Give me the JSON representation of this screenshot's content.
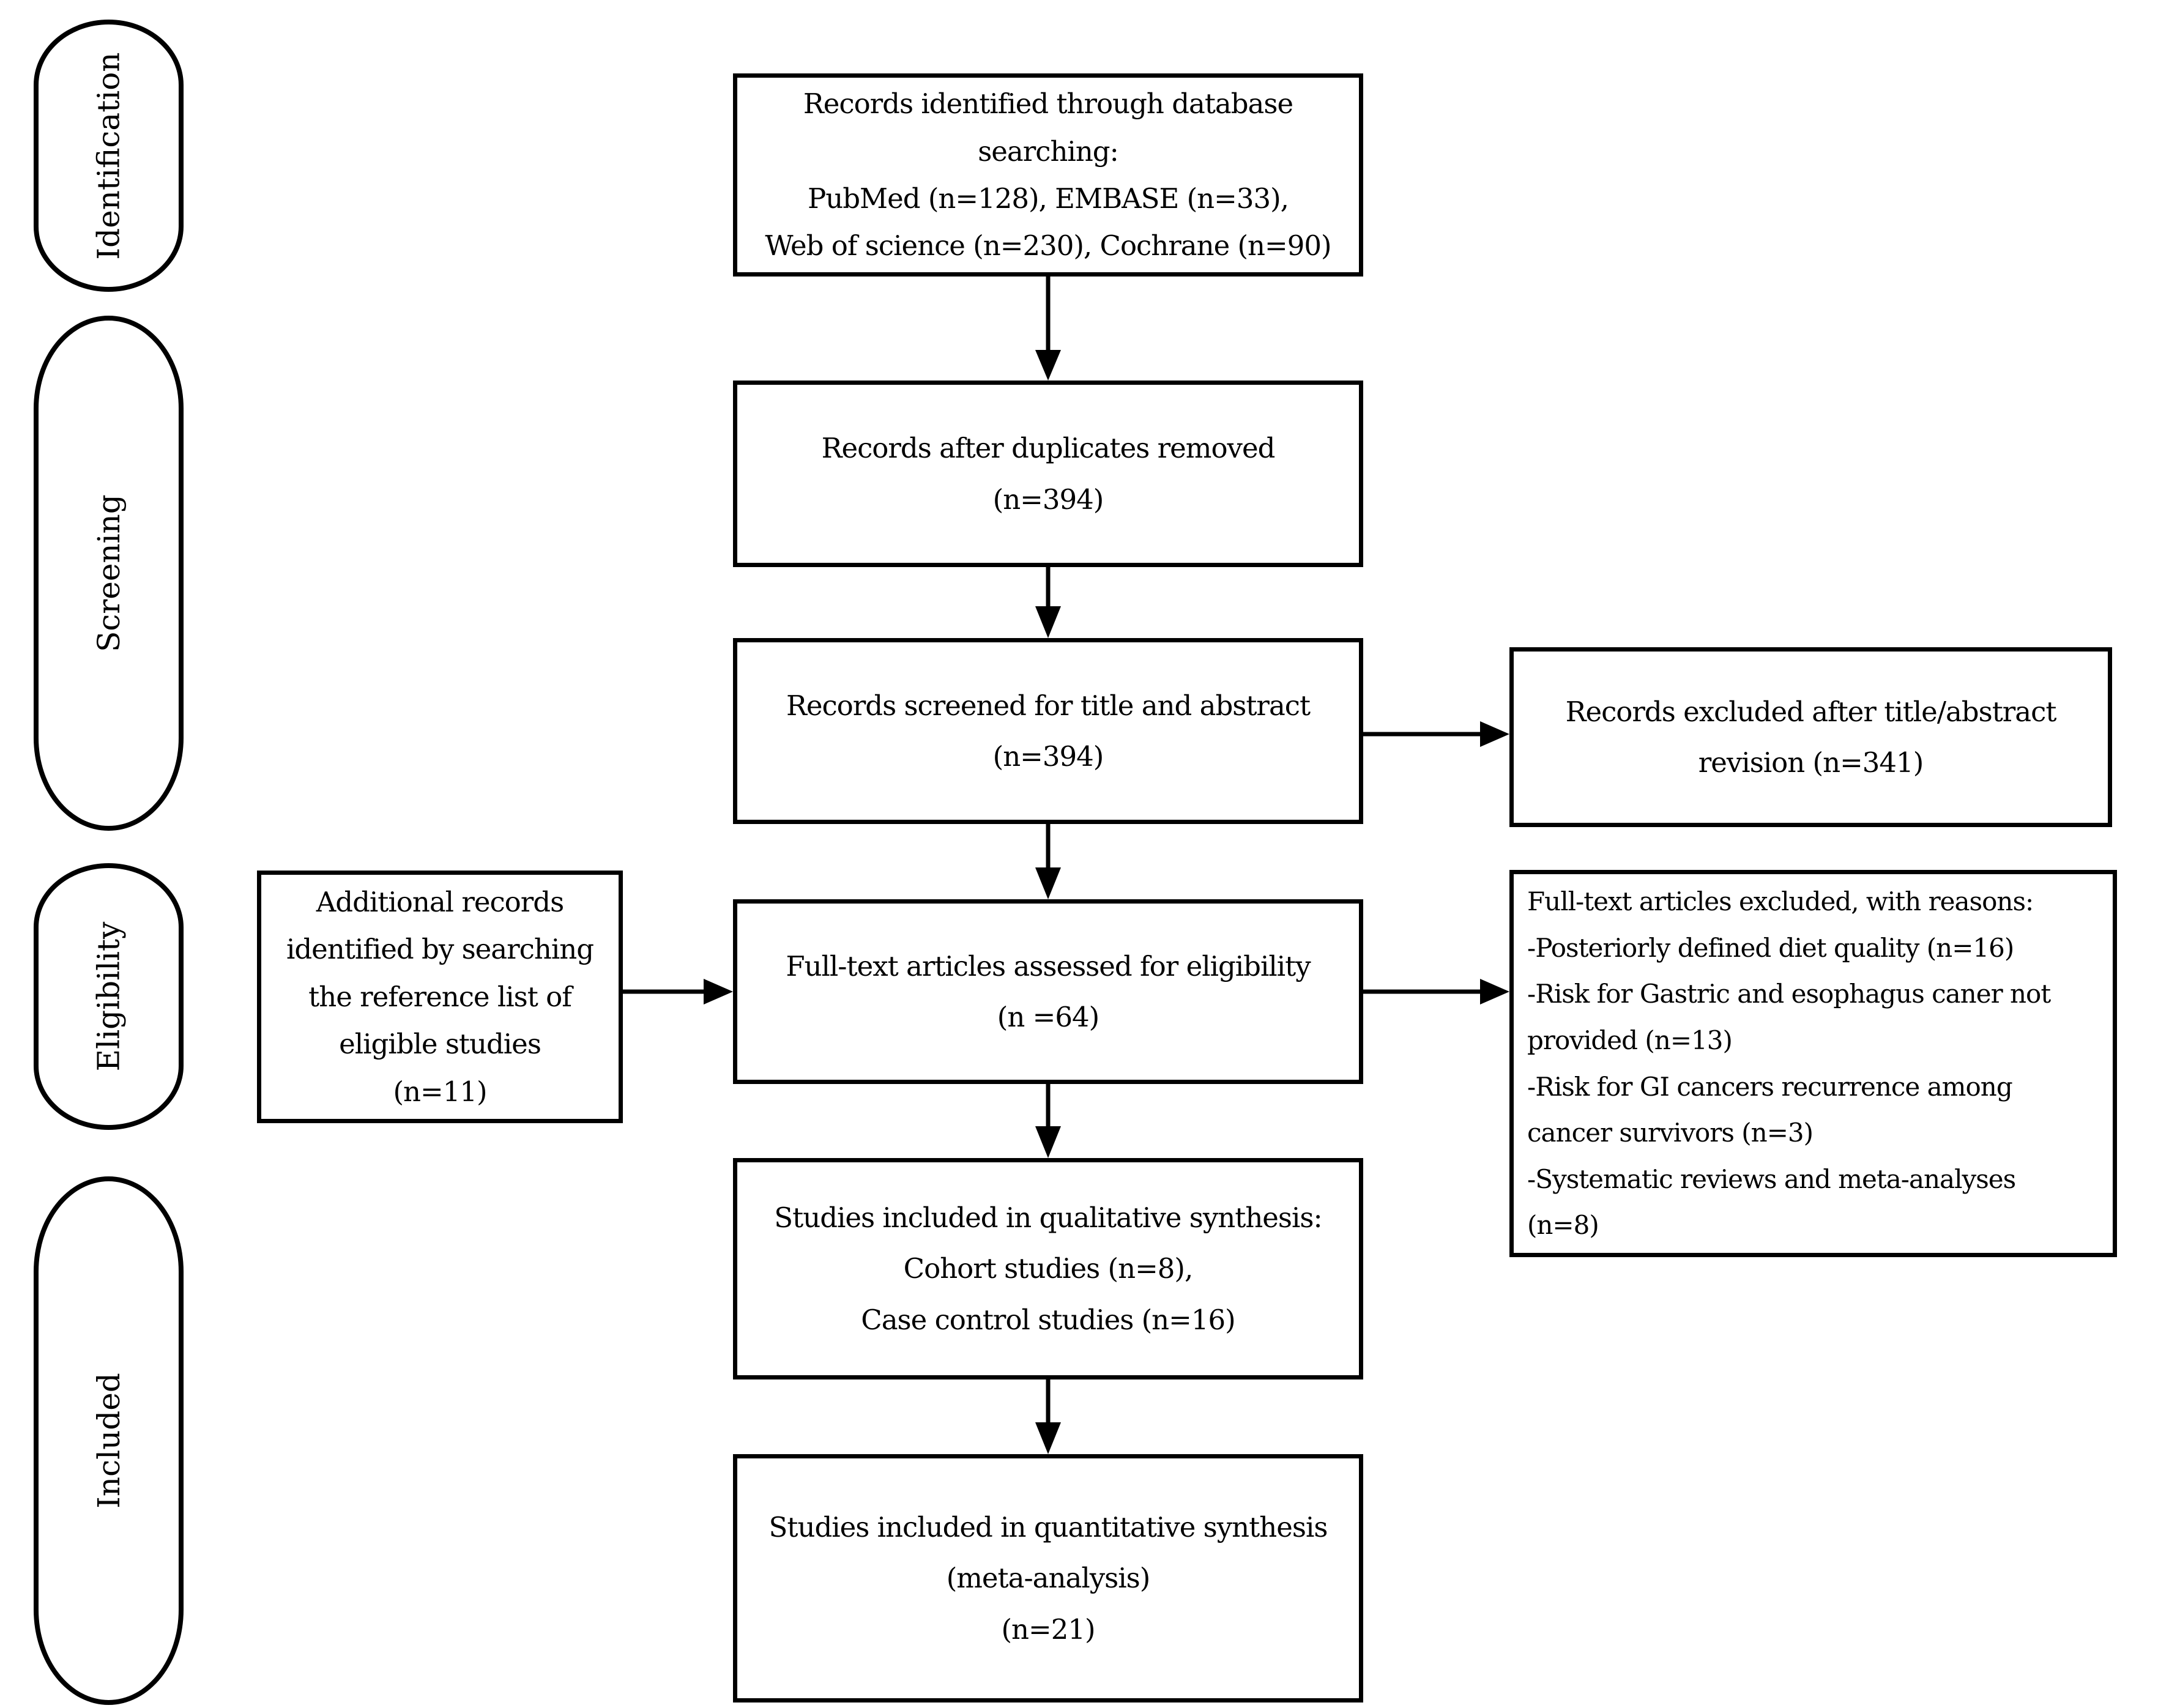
{
  "stages": [
    {
      "label": "Identification"
    },
    {
      "label": "Screening"
    },
    {
      "label": "Eligibility"
    },
    {
      "label": "Included"
    }
  ],
  "boxes": {
    "records_identified": "Records identified through database\nsearching:\nPubMed (n=128), EMBASE (n=33),\nWeb of science (n=230), Cochrane (n=90)",
    "after_duplicates": "Records after duplicates removed\n(n=394)",
    "screened": "Records screened for title and abstract\n(n=394)",
    "fulltext_assessed": "Full-text articles assessed for eligibility\n(n =64)",
    "qualitative": "Studies included in qualitative synthesis:\nCohort studies (n=8),\nCase control studies (n=16)",
    "quantitative": "Studies included in quantitative synthesis\n(meta-analysis)\n(n=21)",
    "additional_records": "Additional records\nidentified by searching\nthe reference list of\neligible studies\n(n=11)",
    "excluded_title_abstract": "Records excluded after title/abstract\nrevision (n=341)",
    "fulltext_excluded": "Full-text articles excluded, with reasons:\n-Posteriorly defined diet quality (n=16)\n-Risk for Gastric and esophagus caner not\nprovided (n=13)\n-Risk for GI cancers recurrence among\ncancer survivors (n=3)\n-Systematic reviews and meta-analyses\n(n=8)"
  },
  "colors": {
    "line": "#000000",
    "background": "#ffffff",
    "text": "#000000"
  }
}
